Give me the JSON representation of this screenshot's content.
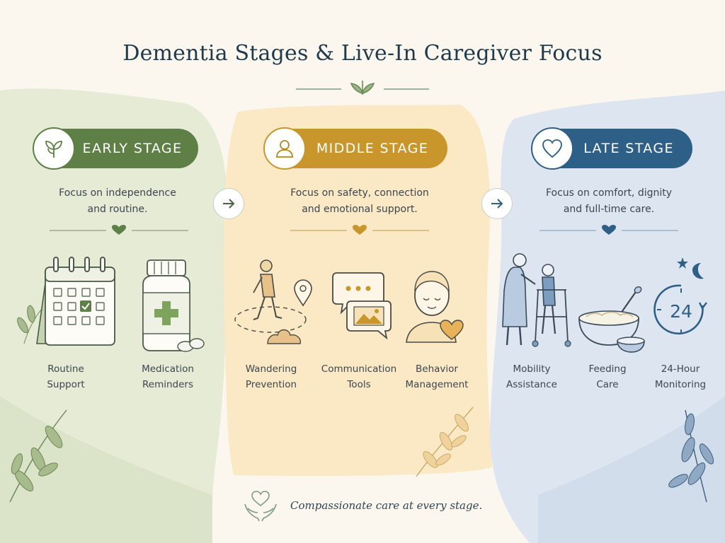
{
  "title": "Dementia Stages & Live-In Caregiver Focus",
  "colors": {
    "early": "#5e7f45",
    "middle": "#c9962c",
    "late": "#2e5f86",
    "early_panel": "#e6ebd5",
    "middle_panel": "#fbe8c4",
    "late_panel": "#dde6f0"
  },
  "stages": [
    {
      "key": "early",
      "label": "EARLY STAGE",
      "icon": "sprout-icon",
      "focus": [
        "Focus on independence",
        "and routine."
      ],
      "features": [
        {
          "icon": "calendar-icon",
          "label": [
            "Routine",
            "Support"
          ]
        },
        {
          "icon": "medicine-bottle-icon",
          "label": [
            "Medication",
            "Reminders"
          ]
        }
      ]
    },
    {
      "key": "middle",
      "label": "MIDDLE STAGE",
      "icon": "person-icon",
      "focus": [
        "Focus on safety, connection",
        "and emotional support."
      ],
      "features": [
        {
          "icon": "walking-person-icon",
          "label": [
            "Wandering",
            "Prevention"
          ]
        },
        {
          "icon": "chat-bubbles-icon",
          "label": [
            "Communication",
            "Tools"
          ]
        },
        {
          "icon": "calm-face-heart-icon",
          "label": [
            "Behavior",
            "Management"
          ]
        }
      ]
    },
    {
      "key": "late",
      "label": "LATE STAGE",
      "icon": "heart-icon",
      "focus": [
        "Focus on comfort, dignity",
        "and full-time care."
      ],
      "features": [
        {
          "icon": "walker-assist-icon",
          "label": [
            "Mobility",
            "Assistance"
          ]
        },
        {
          "icon": "food-bowl-icon",
          "label": [
            "Feeding",
            "Care"
          ]
        },
        {
          "icon": "clock-24-icon",
          "number": "24",
          "label": [
            "24-Hour",
            "Monitoring"
          ]
        }
      ]
    }
  ],
  "footer": "Compassionate care at every stage."
}
